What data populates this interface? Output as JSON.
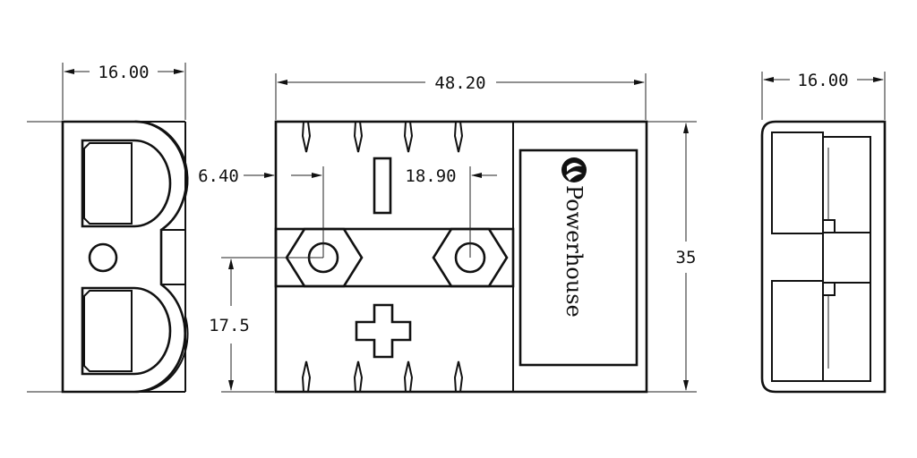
{
  "left_view": {
    "width_dim": "16.00"
  },
  "front_view": {
    "width_dim": "48.20",
    "height_dim": "35",
    "offset_left_dim": "6.40",
    "hole_spacing_dim": "18.90",
    "hole_height_dim": "17.5",
    "brand": "Powerhouse"
  },
  "right_view": {
    "width_dim": "16.00"
  }
}
